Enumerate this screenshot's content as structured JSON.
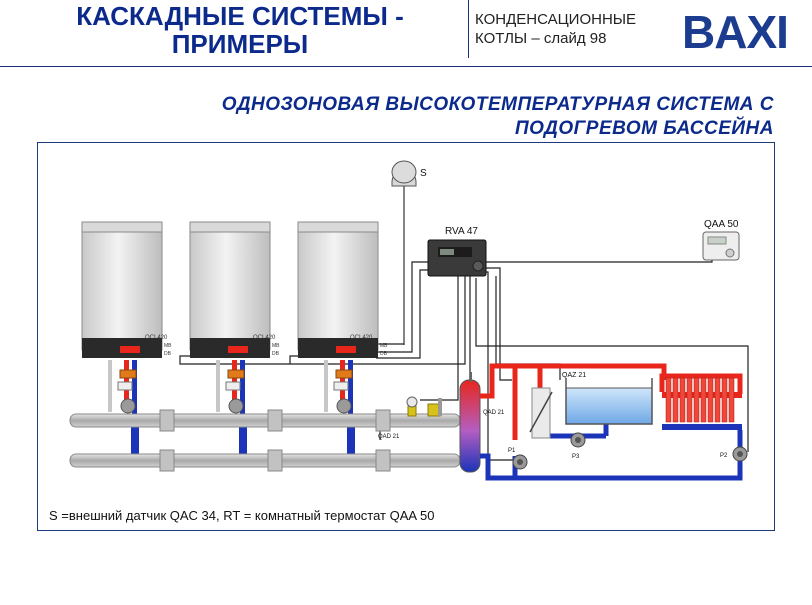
{
  "header": {
    "title_line1": "КАСКАДНЫЕ СИСТЕМЫ -",
    "title_line2": "ПРИМЕРЫ",
    "slide_line1": "КОНДЕНСАЦИОННЫЕ",
    "slide_line2": "КОТЛЫ – слайд 98",
    "logo_text": "BAXI"
  },
  "subtitle": {
    "line1": "ОДНОЗОНОВАЯ  ВЫСОКОТЕМПЕРАТУРНАЯ СИСТЕМА С",
    "line2": "ПОДОГРЕВОМ БАССЕЙНА"
  },
  "diagram": {
    "sensor_label": "S",
    "controller_label": "RVA 47",
    "thermostat_label": "QAA 50",
    "boiler_model_label": "OCI 420",
    "mb_label": "MB",
    "db_label": "DB",
    "qad_label": "QAD 21",
    "qaz_label": "QAZ 21",
    "pump_p1": "P1",
    "pump_p2": "P2",
    "pump_p3": "P3",
    "colors": {
      "hot": "#e8261c",
      "cold": "#1b34b8",
      "pipe": "#b9b9b9",
      "frame": "#1a3a7a"
    }
  },
  "footnote": "S =внешний датчик QAC 34, RT = комнатный термостат QAA 50"
}
